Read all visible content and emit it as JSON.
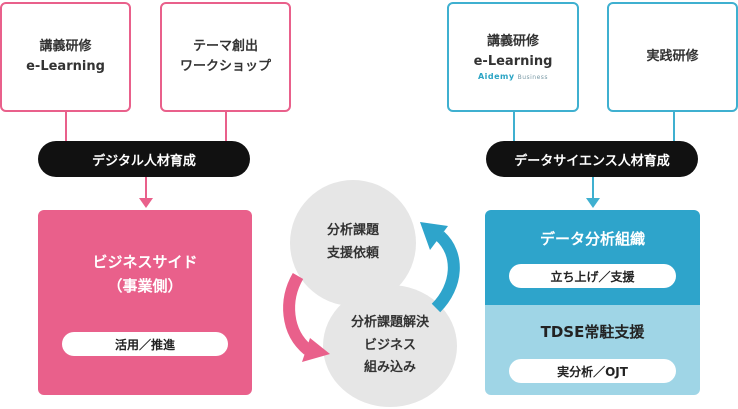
{
  "left": {
    "box1": {
      "line1": "講義研修",
      "line2": "e-Learning"
    },
    "box2": {
      "line1": "テーマ創出",
      "line2": "ワークショップ"
    },
    "pill": "デジタル人材育成",
    "main": {
      "title1": "ビジネスサイド",
      "title2": "（事業側）",
      "tag": "活用／推進"
    },
    "colors": {
      "accent": "#e9608b"
    }
  },
  "right": {
    "box1": {
      "line1": "講義研修",
      "line2": "e-Learning",
      "logo": "Aidemy",
      "logo_sub": "Business"
    },
    "box2": {
      "line1": "実践研修"
    },
    "pill": "データサイエンス人材育成",
    "top": {
      "title": "データ分析組織",
      "tag": "立ち上げ／支援"
    },
    "bottom": {
      "title": "TDSE常駐支援",
      "tag": "実分析／OJT"
    },
    "colors": {
      "accent": "#3fb0d0",
      "top_bg": "#2ea4cb",
      "bottom_bg": "#9fd5e6"
    }
  },
  "center": {
    "circle1": {
      "line1": "分析課題",
      "line2": "支援依頼"
    },
    "circle2": {
      "line1": "分析課題解決",
      "line2": "ビジネス",
      "line3": "組み込み"
    }
  }
}
